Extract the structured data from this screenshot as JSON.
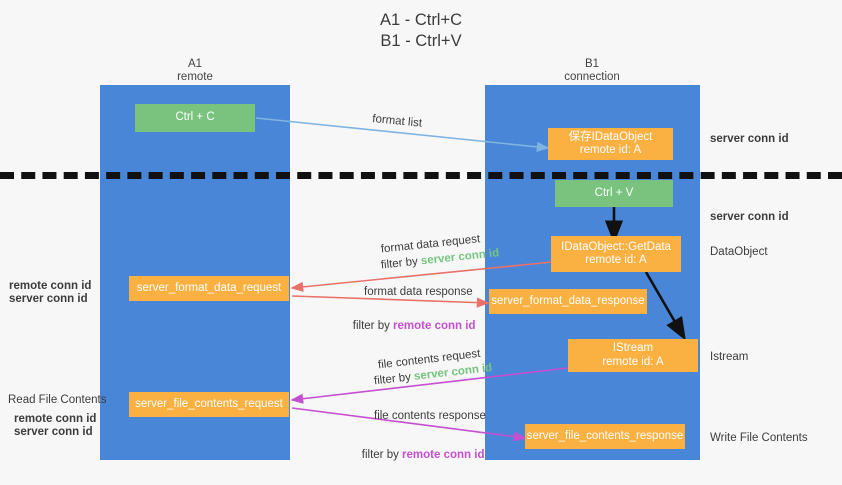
{
  "title": "A1 - Ctrl+C\nB1 - Ctrl+V",
  "lanes": [
    {
      "name": "A1",
      "sub": "remote",
      "header": "A1\nremote"
    },
    {
      "name": "B1",
      "sub": "connection",
      "header": "B1\nconnection"
    }
  ],
  "divider": {
    "style": "dashed",
    "color": "#111111"
  },
  "boxes": {
    "ctrl_c": "Ctrl + C",
    "save_idataobject": "保存IDataObject\nremote id: A",
    "ctrl_v": "Ctrl + V",
    "getdata": "IDataObject::GetData\nremote id: A",
    "istream": "IStream\nremote id: A",
    "server_format_data_request": "server_format_data_request",
    "server_format_data_response": "server_format_data_response",
    "server_file_contents_request": "server_file_contents_request",
    "server_file_contents_response": "server_file_contents_response"
  },
  "arrow_labels": {
    "format_list": "format list",
    "format_data_request": "format data request",
    "format_data_request_filter_prefix": "filter by ",
    "format_data_request_filter_key": "server conn id",
    "format_data_response": "format data response",
    "format_data_response_filter_prefix": "filter by ",
    "format_data_response_filter_key": "remote conn id",
    "file_contents_request": "file contents request",
    "file_contents_request_filter_prefix": "filter by ",
    "file_contents_request_filter_key": "server conn id",
    "file_contents_response": "file contents response",
    "file_contents_response_filter_prefix": "filter by ",
    "file_contents_response_filter_key": "remote conn id"
  },
  "right_labels": {
    "server_conn_id_top": "server conn id",
    "server_conn_id_mid": "server conn id",
    "dataobject": "DataObject",
    "istream": "Istream",
    "write_file_contents": "Write File Contents"
  },
  "left_labels": {
    "remote_conn_id_1": "remote conn id",
    "server_conn_id_1": "server conn id",
    "read_file_contents": "Read File Contents",
    "remote_conn_id_2": "remote conn id",
    "server_conn_id_2": "server conn id"
  },
  "colors": {
    "lane": "#4a86d8",
    "orange": "#fbb042",
    "green_box": "#79c37f",
    "green_text": "#76c47f",
    "magenta_text": "#c44fd0",
    "arrow_blue": "#7fb4e0",
    "arrow_red": "#e8726a",
    "arrow_magenta": "#c44fd0",
    "arrow_black": "#111111",
    "background": "#f7f7f7"
  }
}
